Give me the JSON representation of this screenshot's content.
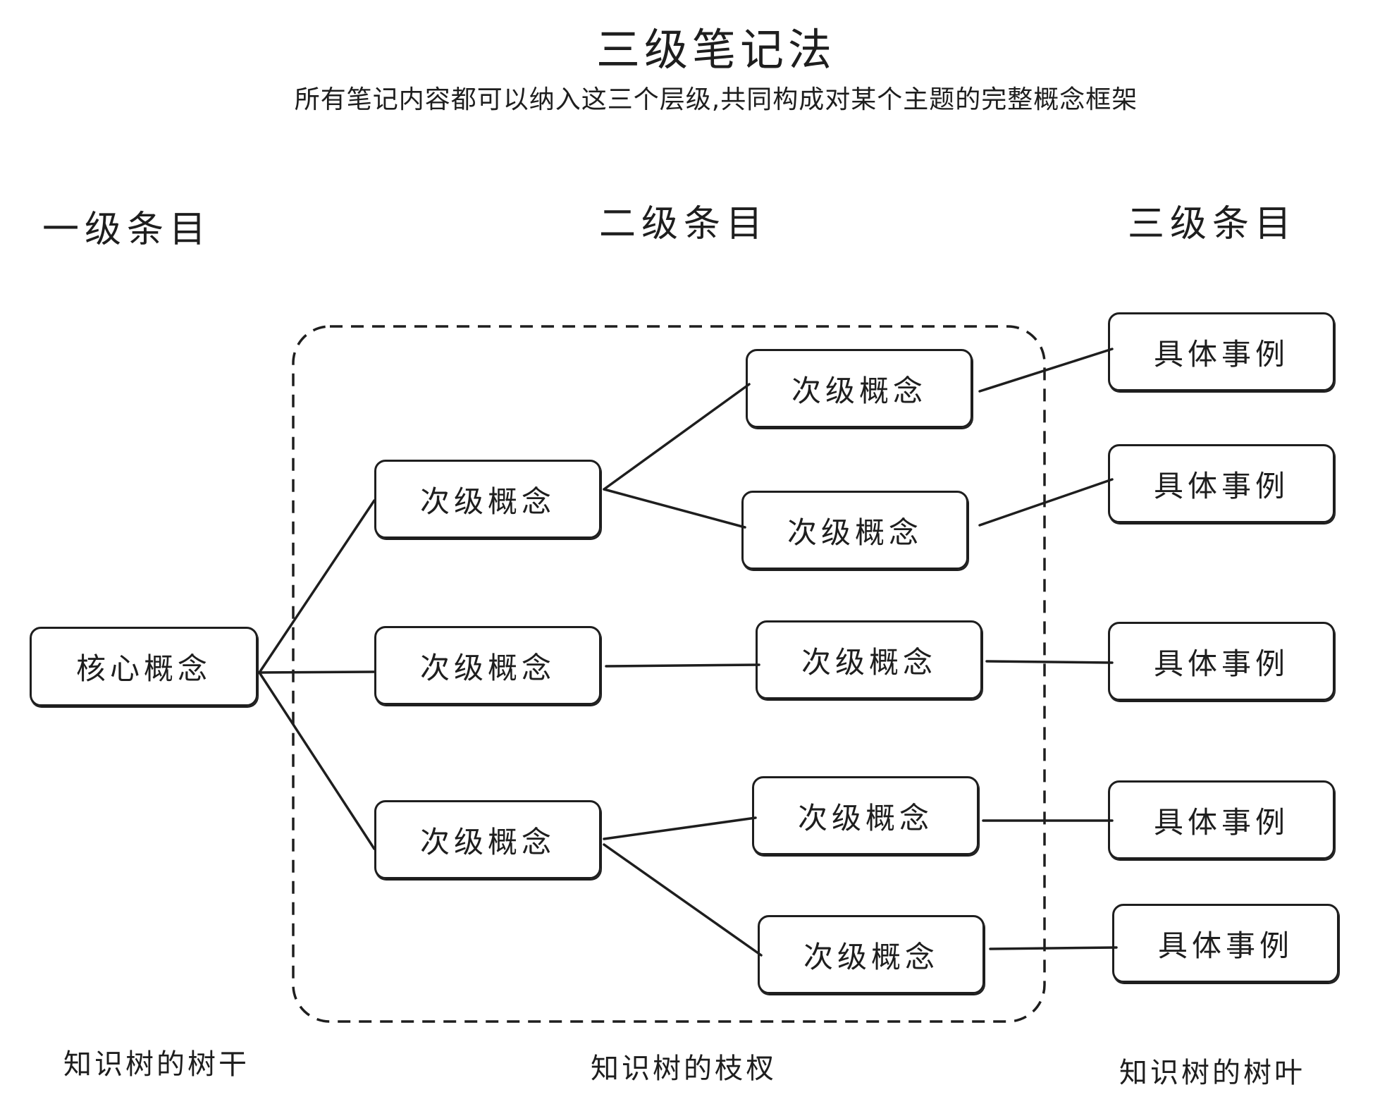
{
  "header": {
    "title": "三级笔记法",
    "subtitle": "所有笔记内容都可以纳入这三个层级,共同构成对某个主题的完整概念框架"
  },
  "columns": {
    "level1": "一级条目",
    "level2": "二级条目",
    "level3": "三级条目"
  },
  "nodes": {
    "core": "核心概念",
    "branches": [
      "次级概念",
      "次级概念",
      "次级概念"
    ],
    "sub_branches": [
      "次级概念",
      "次级概念",
      "次级概念",
      "次级概念",
      "次级概念"
    ],
    "leaves": [
      "具体事例",
      "具体事例",
      "具体事例",
      "具体事例",
      "具体事例"
    ]
  },
  "footer": {
    "trunk": "知识树的树干",
    "branches": "知识树的枝杈",
    "leaves": "知识树的树叶"
  },
  "colors": {
    "stroke": "#1e1e1e",
    "background": "#ffffff"
  }
}
